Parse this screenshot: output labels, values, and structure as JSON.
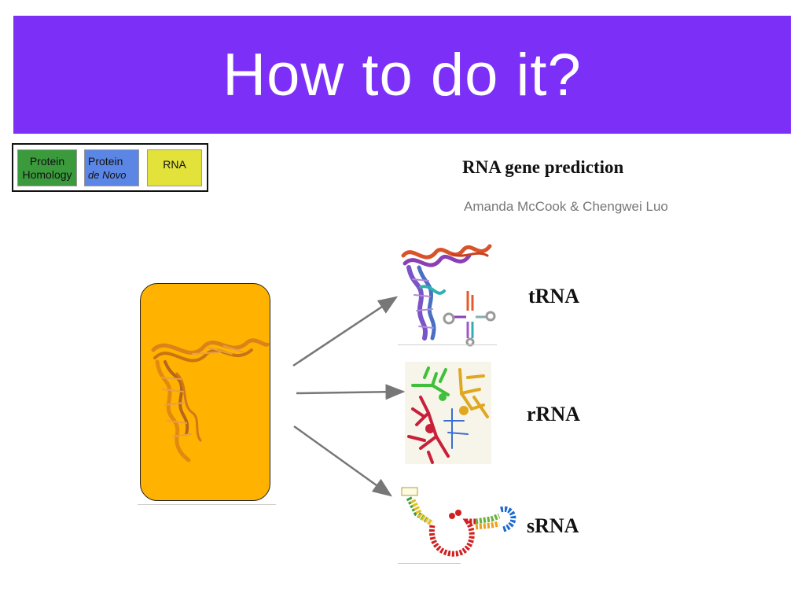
{
  "slide": {
    "title": "How to do it?",
    "legend": {
      "protein_homology_line1": "Protein",
      "protein_homology_line2": "Homology",
      "protein_denovo_line1": "Protein",
      "protein_denovo_line2": "de Novo",
      "rna": "RNA"
    },
    "heading": "RNA gene prediction",
    "authors": "Amanda McCook & Chengwei Luo",
    "labels": {
      "trna": "tRNA",
      "rrna": "rRNA",
      "srna": "sRNA"
    }
  },
  "colors": {
    "title_bg": "#7b2ff7",
    "orange_box": "#ffb300",
    "legend_green": "#3a9a3c",
    "legend_blue": "#5b86e5",
    "legend_yellow": "#e2e23a"
  }
}
